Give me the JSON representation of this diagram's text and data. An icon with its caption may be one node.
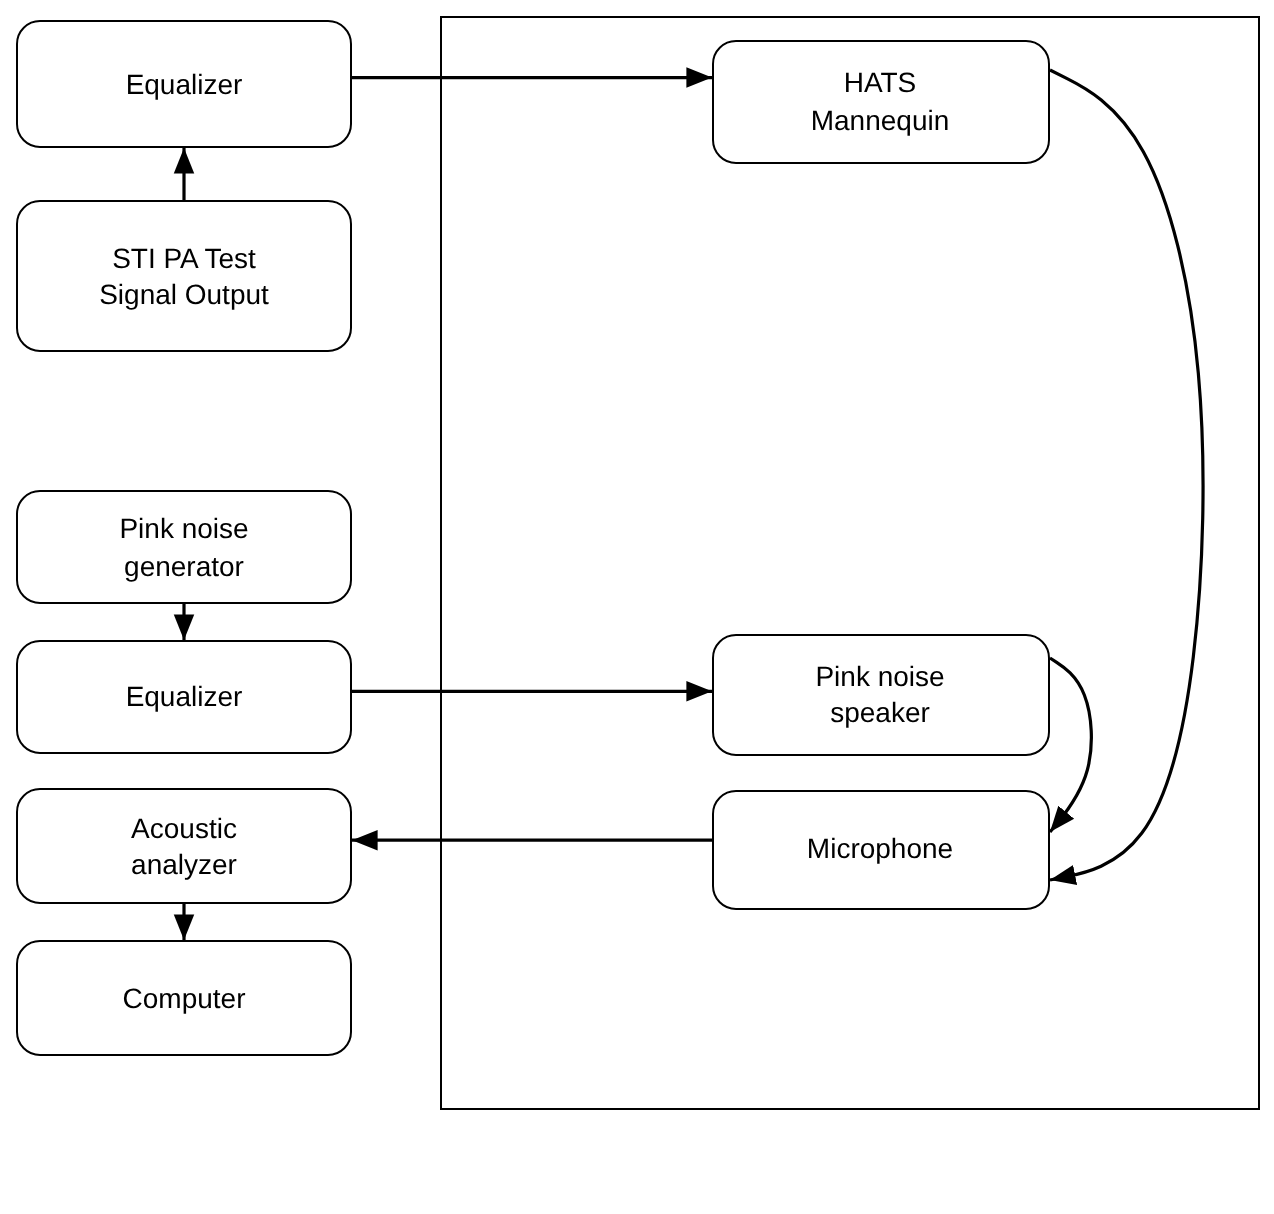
{
  "diagram": {
    "nodes": [
      {
        "text": [
          "Equalizer"
        ]
      },
      {
        "text": [],
        "shape": "box"
      },
      {
        "text": [
          "HATS Mannequin"
        ],
        "in": 1
      },
      {
        "text": [
          "STI PA Test Signal Output"
        ]
      },
      {
        "text": [
          "Pink noise generator"
        ]
      },
      {
        "text": [
          "Equalizer"
        ]
      },
      {
        "text": [
          "Pink noise speaker"
        ],
        "in": 1
      },
      {
        "text": [
          "Acoustic analyzer"
        ]
      },
      {
        "text": [
          "Microphone"
        ],
        "in": 1
      },
      {
        "text": [
          "Computer"
        ]
      }
    ],
    "edges": [
      {
        "from": 3,
        "to": 0,
        "arrow": "to"
      },
      {
        "from": 0,
        "to": 2,
        "arrow": "to"
      },
      {
        "from": 2,
        "to": 8,
        "arrow": "to"
      },
      {
        "from": 4,
        "to": 5,
        "arrow": "to"
      },
      {
        "from": 5,
        "to": 6,
        "arrow": "to"
      },
      {
        "from": 6,
        "to": 8,
        "arrow": "to"
      },
      {
        "from": 8,
        "to": 7,
        "arrow": "to"
      },
      {
        "from": 7,
        "to": 9,
        "arrow": "to"
      }
    ]
  }
}
